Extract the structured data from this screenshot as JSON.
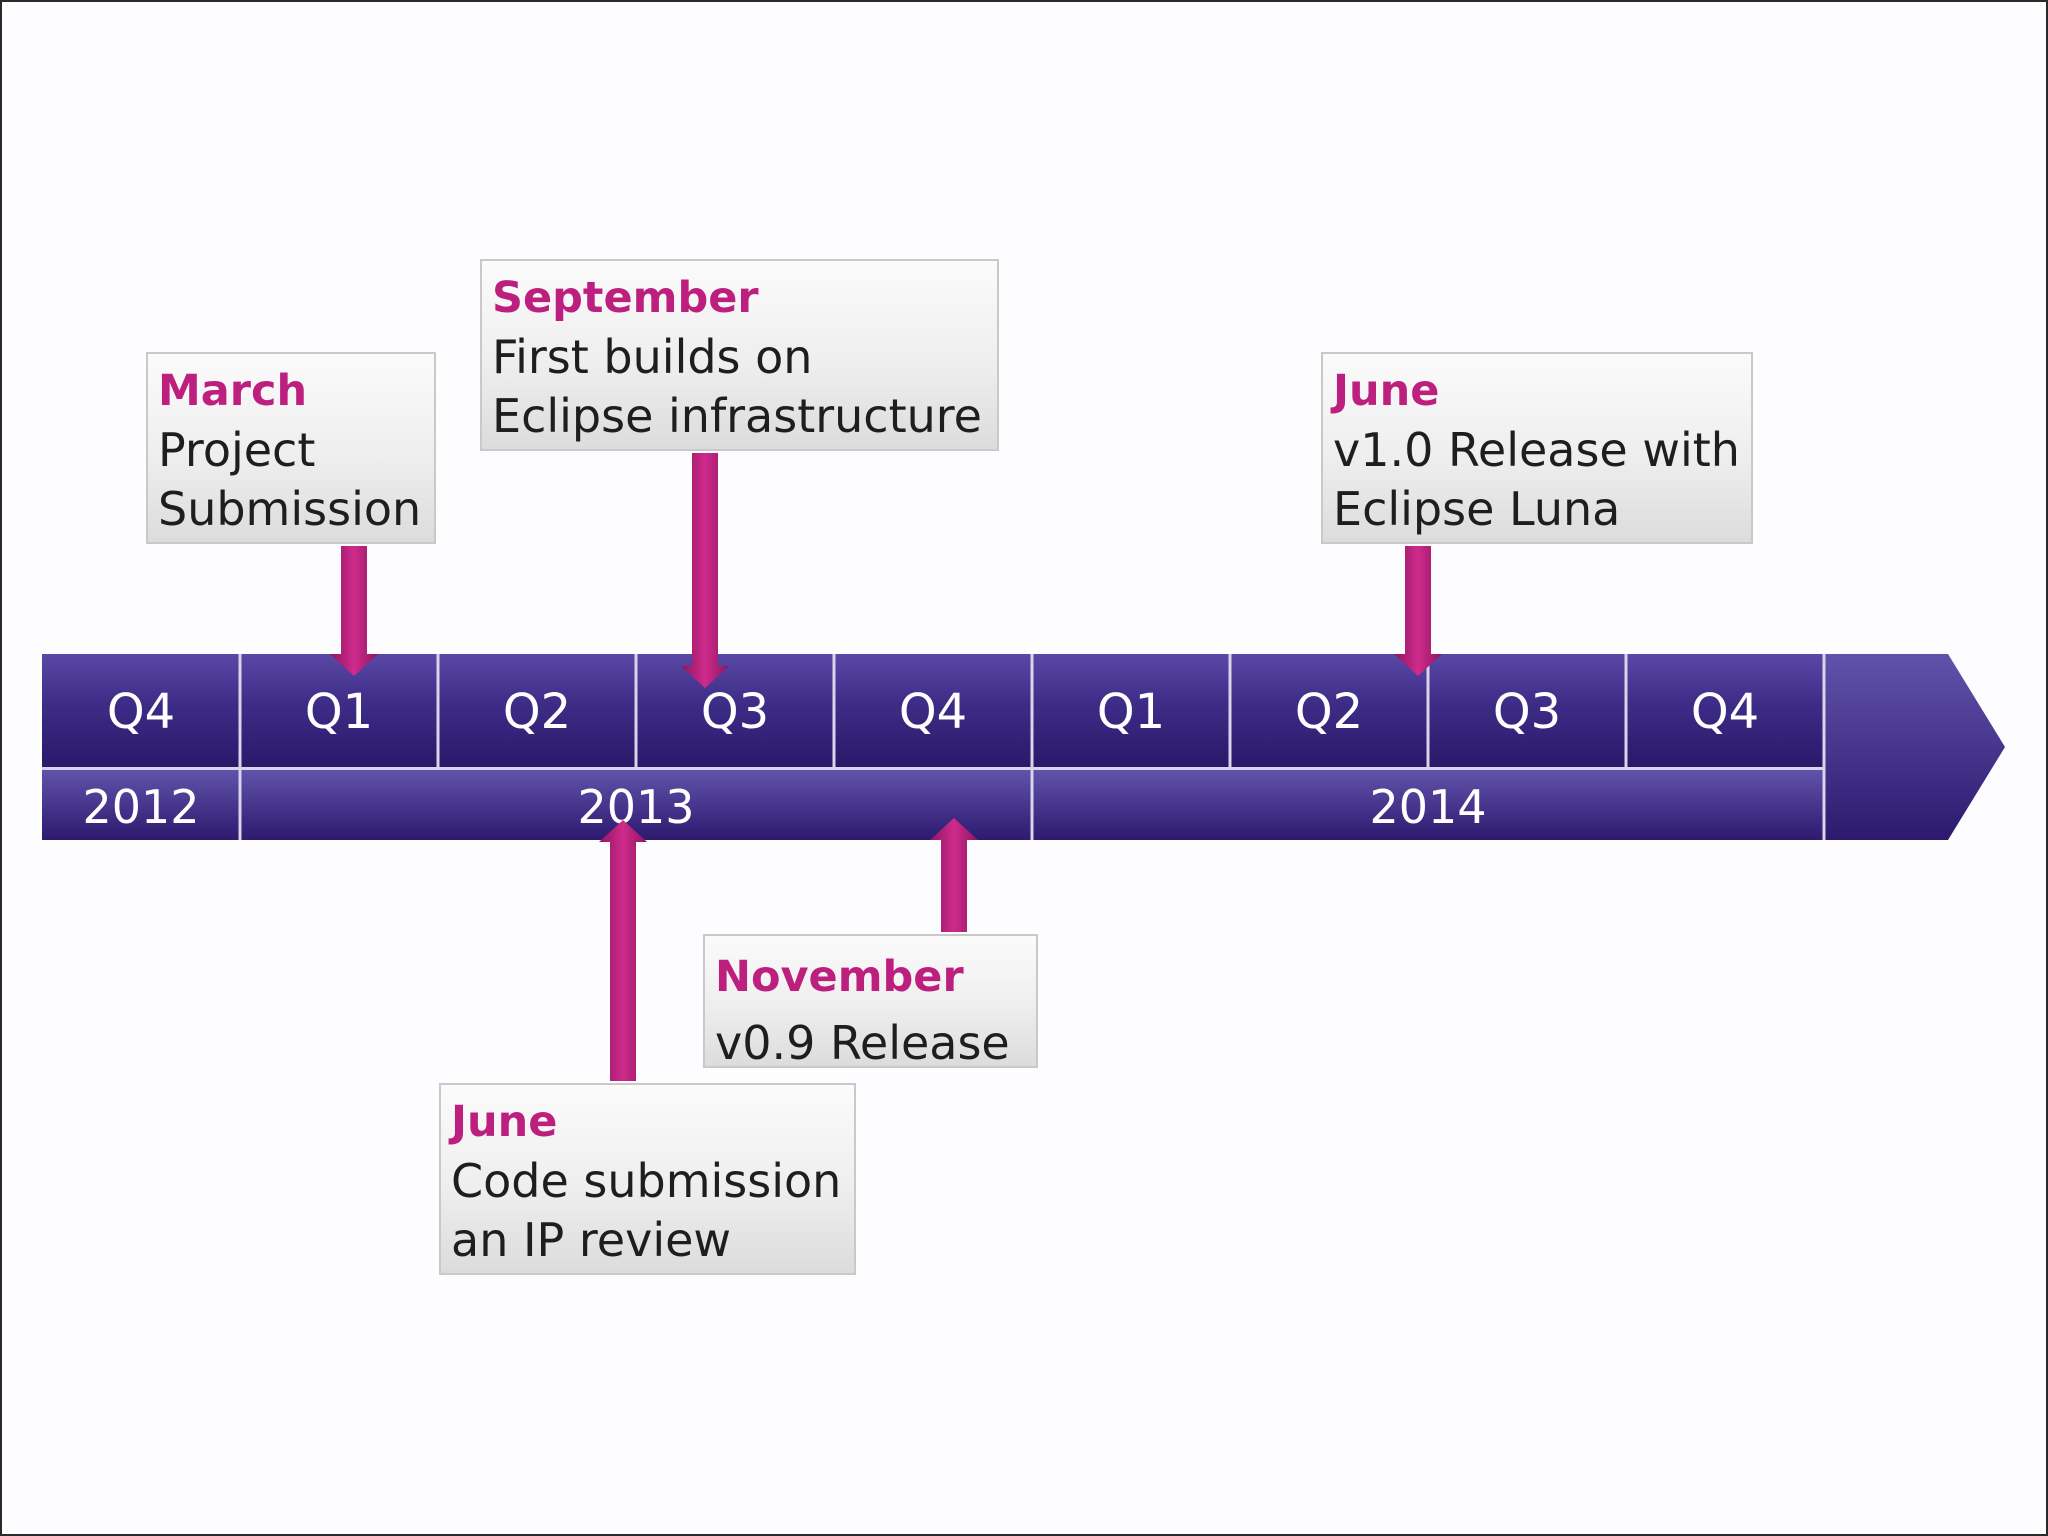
{
  "timeline": {
    "quarters": [
      "Q4",
      "Q1",
      "Q2",
      "Q3",
      "Q4",
      "Q1",
      "Q2",
      "Q3",
      "Q4"
    ],
    "years": [
      {
        "label": "2012",
        "quarters": 1
      },
      {
        "label": "2013",
        "quarters": 4
      },
      {
        "label": "2014",
        "quarters": 4
      }
    ],
    "colors": {
      "bar_dark": "#2c1a6e",
      "bar_light": "#5a48a6",
      "accent": "#bd1f7f"
    }
  },
  "events": [
    {
      "month": "March",
      "lines": [
        "Project",
        "Submission"
      ],
      "quarter_index": 1,
      "position": "above"
    },
    {
      "month": "September",
      "lines": [
        "First builds on",
        "Eclipse infrastructure"
      ],
      "quarter_index": 3,
      "position": "above"
    },
    {
      "month": "June",
      "lines": [
        "v1.0 Release with",
        "Eclipse Luna"
      ],
      "quarter_index": 6,
      "position": "above"
    },
    {
      "month": "November",
      "lines": [
        "v0.9 Release"
      ],
      "quarter_index": 4,
      "position": "below"
    },
    {
      "month": "June",
      "lines": [
        "Code submission",
        "an IP review"
      ],
      "quarter_index": 2,
      "position": "below"
    }
  ]
}
